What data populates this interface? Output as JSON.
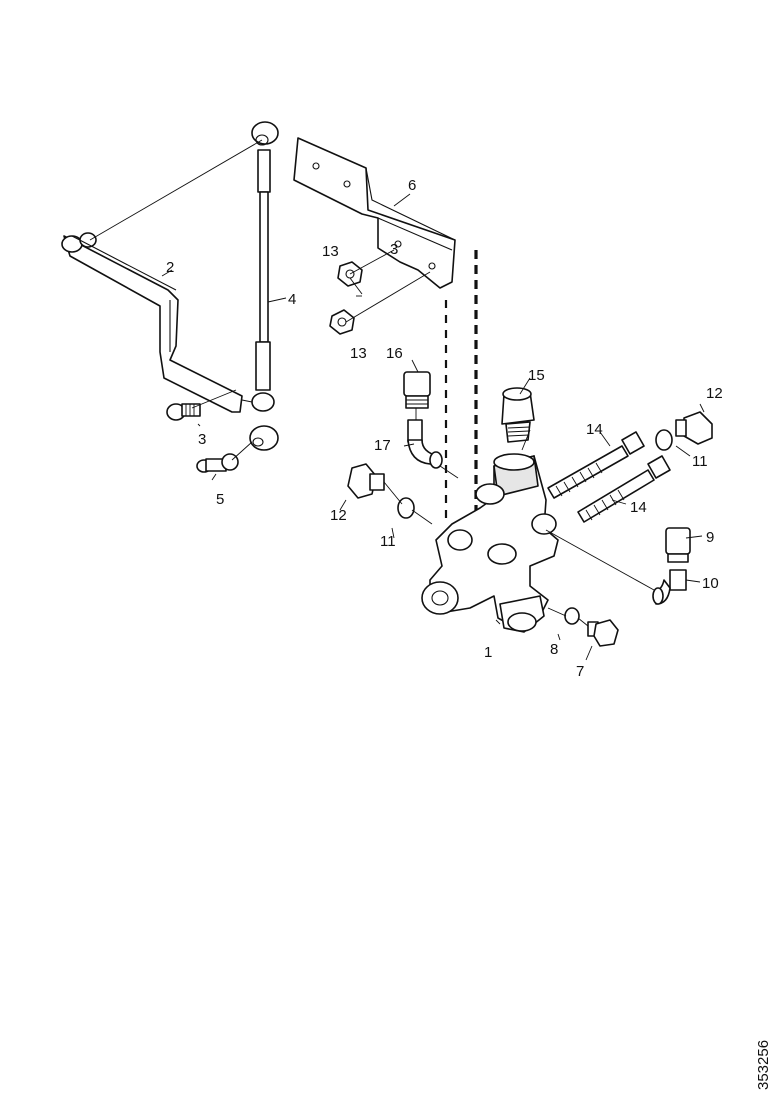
{
  "callouts": {
    "c1": "1",
    "c2": "2",
    "c3a": "3",
    "c3b": "3",
    "c4": "4",
    "c5": "5",
    "c6": "6",
    "c7": "7",
    "c8": "8",
    "c9": "9",
    "c10": "10",
    "c11a": "11",
    "c11b": "11",
    "c12a": "12",
    "c12b": "12",
    "c13a": "13",
    "c13b": "13",
    "c14a": "14",
    "c14b": "14",
    "c15": "15",
    "c16": "16",
    "c17": "17"
  },
  "reference_code": "353256"
}
